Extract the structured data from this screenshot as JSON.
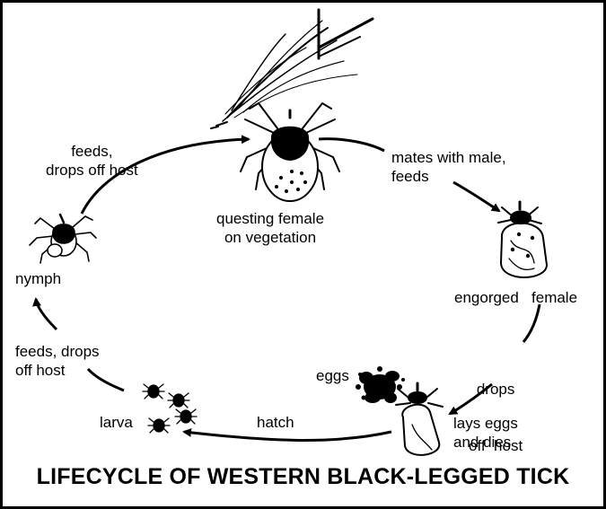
{
  "labels": {
    "feeds_drops_off_host_top": [
      "feeds,",
      "drops off host"
    ],
    "mates_with_male": [
      "mates with male,",
      "feeds"
    ],
    "questing_female": [
      "questing female",
      "on vegetation"
    ],
    "nymph": "nymph",
    "engorged_female": "engorged   female",
    "feeds_drops_off_host_left": [
      "feeds, drops",
      "off host"
    ],
    "drops_off_host_right": [
      "drops",
      "off  host"
    ],
    "eggs": "eggs",
    "larva": "larva",
    "hatch": "hatch",
    "lays_eggs": [
      "lays eggs",
      "and dies"
    ]
  },
  "title": "LIFECYCLE OF WESTERN BLACK-LEGGED TICK",
  "colors": {
    "ink": "#000000",
    "paper": "#ffffff",
    "border": "#000000"
  }
}
